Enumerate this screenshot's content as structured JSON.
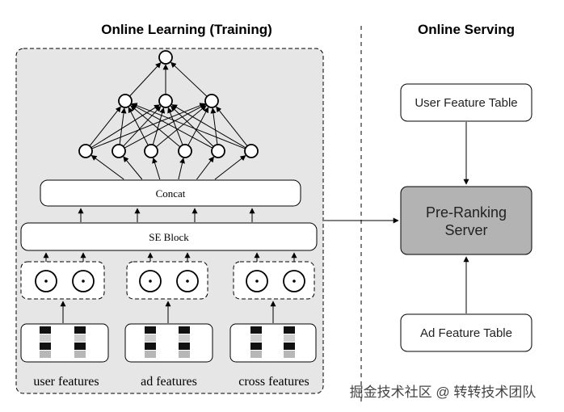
{
  "headings": {
    "training": "Online Learning (Training)",
    "serving": "Online Serving"
  },
  "blocks": {
    "concat": "Concat",
    "se_block": "SE Block"
  },
  "feature_groups": [
    {
      "label": "user features"
    },
    {
      "label": "ad features"
    },
    {
      "label": "cross features"
    }
  ],
  "serving": {
    "user_table": "User Feature Table",
    "server_line1": "Pre-Ranking",
    "server_line2": "Server",
    "ad_table": "Ad Feature Table"
  },
  "watermark": "掘金技术社区 @ 转转技术团队",
  "colors": {
    "panel_fill": "#e6e6e6",
    "server_fill": "#b3b3b3",
    "stroke": "#000000"
  }
}
